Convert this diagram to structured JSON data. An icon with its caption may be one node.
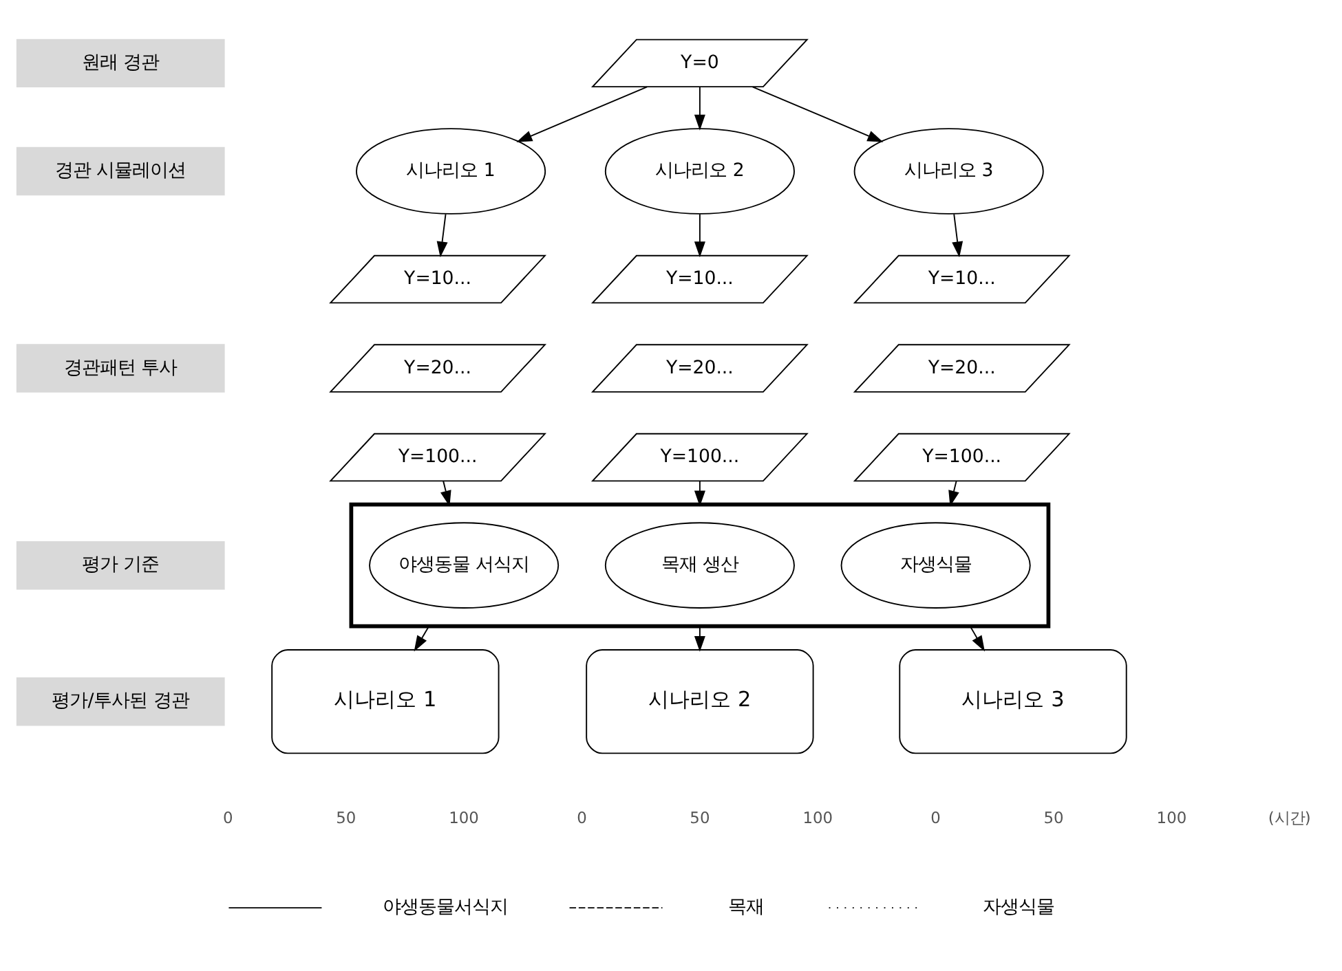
{
  "diagram": {
    "nodes": [
      {
        "text": [
          "원래 경관"
        ]
      },
      {
        "text": [
          "Y=0"
        ]
      },
      {
        "text": [
          "경관 시뮬레이션"
        ]
      },
      {
        "text": [
          "시나리오 1"
        ]
      },
      {
        "text": [
          "시나리오 2"
        ]
      },
      {
        "text": [
          "시나리오 3"
        ]
      },
      {
        "text": [
          "경관패턴 투사"
        ]
      },
      {
        "text": [
          "Y=10..."
        ]
      },
      {
        "text": [
          "Y=20..."
        ]
      },
      {
        "text": [
          "Y=100..."
        ]
      },
      {
        "text": [
          "Y=10..."
        ]
      },
      {
        "text": [
          "Y=20..."
        ]
      },
      {
        "text": [
          "Y=100..."
        ]
      },
      {
        "text": [
          "Y=10..."
        ]
      },
      {
        "text": [
          "Y=20..."
        ]
      },
      {
        "text": [
          "Y=100..."
        ]
      },
      {
        "text": [
          "평가 기준"
        ]
      },
      {
        "text": [],
        "shape": "box"
      },
      {
        "text": [
          "야생동물 서식지"
        ],
        "in": 17
      },
      {
        "text": [
          "목재 생산"
        ],
        "in": 17
      },
      {
        "text": [
          "자생식물"
        ],
        "in": 17
      },
      {
        "text": [
          "평가/투사된 경관"
        ]
      },
      {
        "text": [
          "시나리오 1"
        ]
      },
      {
        "text": [
          "시나리오 2"
        ]
      },
      {
        "text": [
          "시나리오 3"
        ]
      }
    ],
    "edges": [
      {
        "from": 1,
        "to": 3,
        "arrow": "to"
      },
      {
        "from": 1,
        "to": 4,
        "arrow": "to"
      },
      {
        "from": 1,
        "to": 5,
        "arrow": "to"
      },
      {
        "from": 3,
        "to": 7,
        "arrow": "to"
      },
      {
        "from": 4,
        "to": 10,
        "arrow": "to"
      },
      {
        "from": 5,
        "to": 13,
        "arrow": "to"
      },
      {
        "from": 9,
        "to": 17,
        "arrow": "to"
      },
      {
        "from": 12,
        "to": 17,
        "arrow": "to"
      },
      {
        "from": 15,
        "to": 17,
        "arrow": "to"
      },
      {
        "from": 17,
        "to": 22,
        "arrow": "to"
      },
      {
        "from": 17,
        "to": 23,
        "arrow": "to"
      },
      {
        "from": 17,
        "to": 24,
        "arrow": "to"
      }
    ],
    "labels": [
      "0",
      "50",
      "100",
      "0",
      "50",
      "100",
      "0",
      "50",
      "100",
      "(시간)"
    ],
    "legend": [
      {
        "text": "야생동물서식지"
      },
      {
        "text": "목재"
      },
      {
        "text": "자생식물"
      }
    ]
  }
}
